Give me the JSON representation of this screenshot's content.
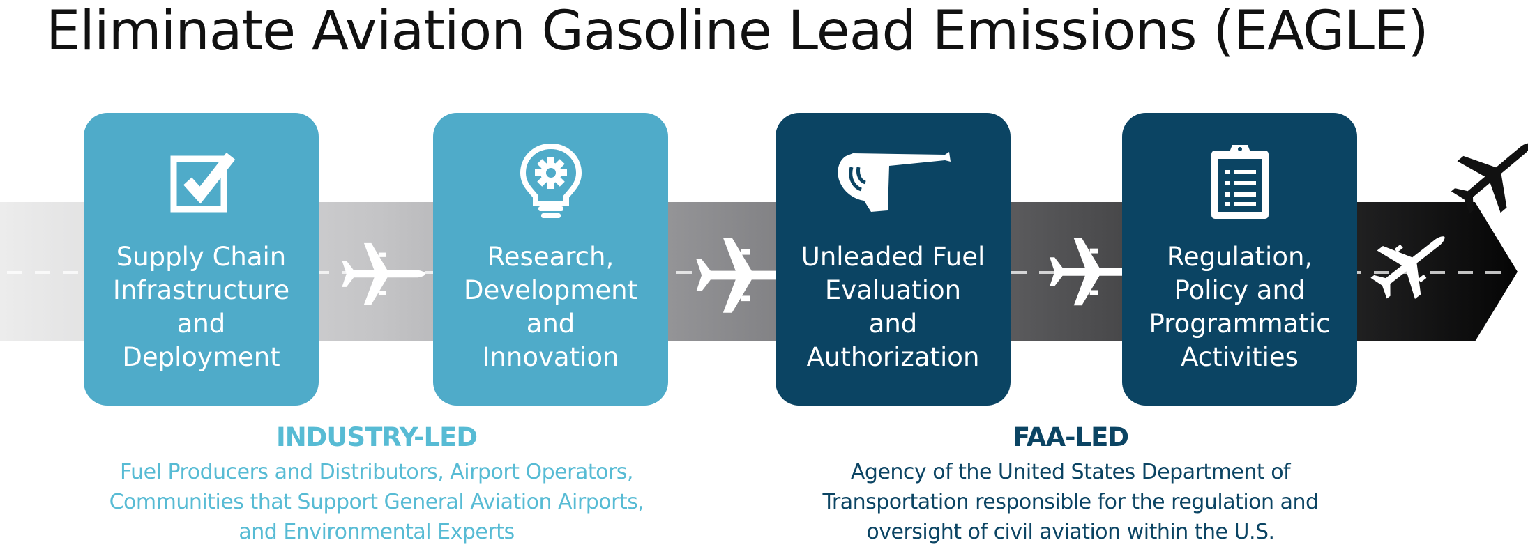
{
  "title": "Eliminate Aviation Gasoline Lead Emissions (EAGLE)",
  "colors": {
    "industry_card": "#4fabc9",
    "faa_card": "#0b4463",
    "industry_text": "#57bbd4",
    "faa_text": "#0b4463",
    "band_start": "#ececec",
    "band_end": "#050505"
  },
  "cards": [
    {
      "icon": "checkbox-icon",
      "lines": [
        "Supply Chain",
        "Infrastructure",
        "and",
        "Deployment"
      ],
      "group": "industry"
    },
    {
      "icon": "lightbulb-gear-icon",
      "lines": [
        "Research,",
        "Development",
        "and",
        "Innovation"
      ],
      "group": "industry"
    },
    {
      "icon": "fuel-nozzle-icon",
      "lines": [
        "Unleaded Fuel",
        "Evaluation",
        "and",
        "Authorization"
      ],
      "group": "faa"
    },
    {
      "icon": "clipboard-icon",
      "lines": [
        "Regulation,",
        "Policy and",
        "Programmatic",
        "Activities"
      ],
      "group": "faa"
    }
  ],
  "groups": {
    "industry": {
      "heading": "INDUSTRY-LED",
      "description": [
        "Fuel Producers and Distributors, Airport Operators,",
        "Communities that Support General Aviation Airports,",
        "and Environmental Experts"
      ]
    },
    "faa": {
      "heading": "FAA-LED",
      "description": [
        "Agency of the United States Department of",
        "Transportation responsible for the regulation and",
        "oversight of civil aviation within the U.S."
      ]
    }
  }
}
